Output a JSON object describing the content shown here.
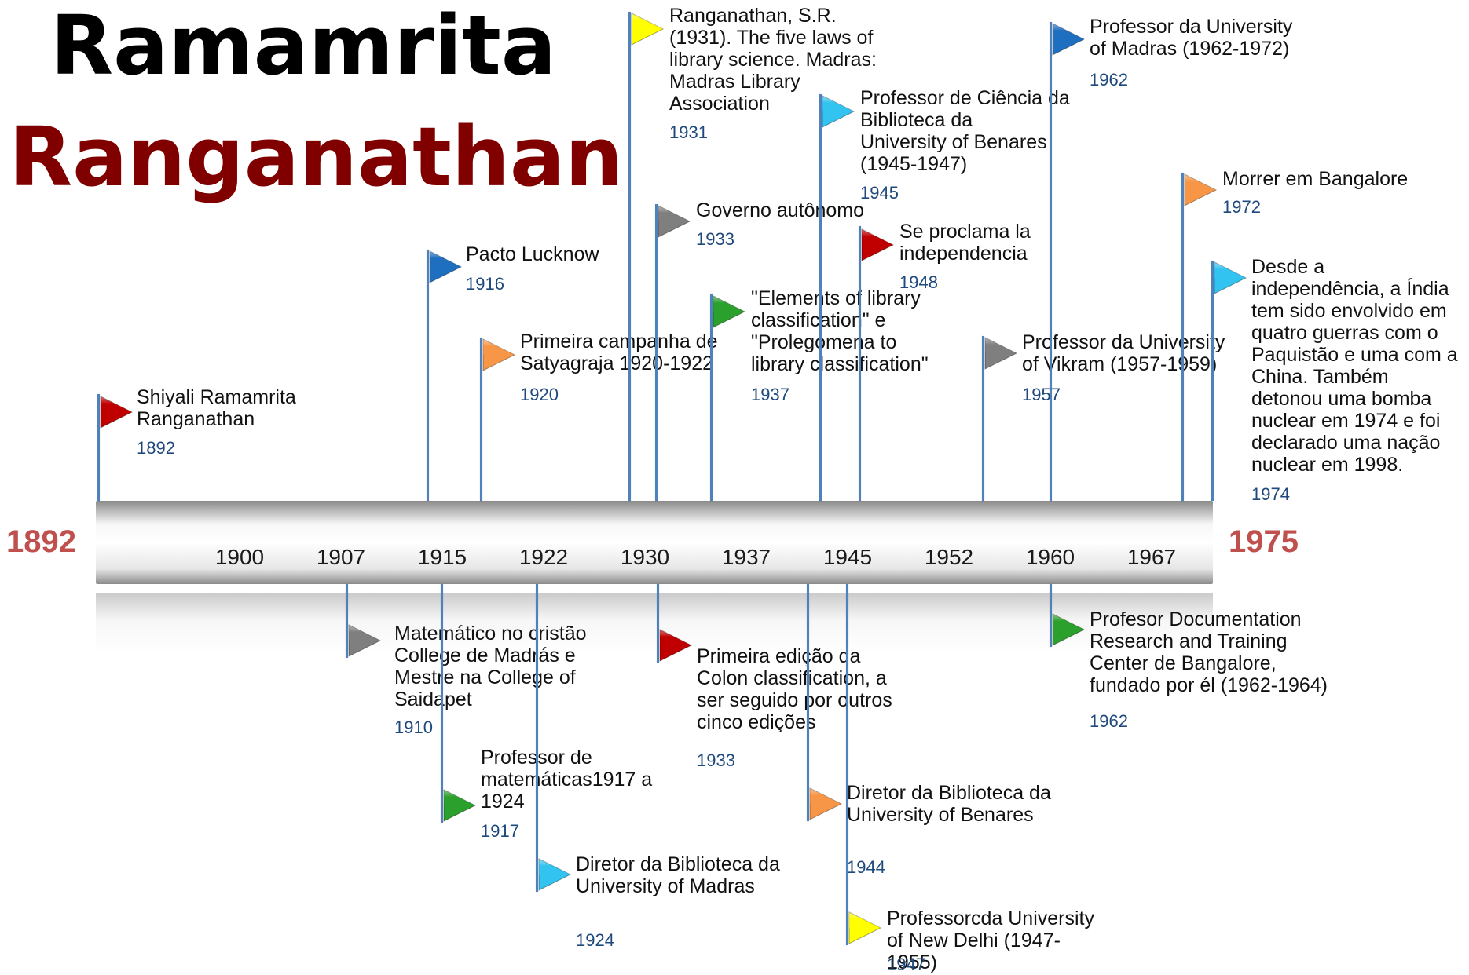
{
  "title": {
    "line1": "Ramamrita",
    "line2": "Ranganathan"
  },
  "range": {
    "start": "1892",
    "end": "1975"
  },
  "ticks": [
    "1900",
    "1907",
    "1915",
    "1922",
    "1930",
    "1937",
    "1945",
    "1952",
    "1960",
    "1967"
  ],
  "events_above": [
    {
      "label": "Shiyali Ramamrita\nRanganathan",
      "date": "1892",
      "color": "#c00000"
    },
    {
      "label": "Pacto Lucknow",
      "date": "1916",
      "color": "#1f6fc0"
    },
    {
      "label": "Primeira campanha de\nSatyagraja 1920-1922",
      "date": "1920",
      "color": "#f79646"
    },
    {
      "label": "Ranganathan, S.R.\n(1931). The five laws of\nlibrary science. Madras:\nMadras Library\nAssociation",
      "date": "1931",
      "color": "#ffff00"
    },
    {
      "label": "Governo autônomo",
      "date": "1933",
      "color": "#7f7f7f"
    },
    {
      "label": "\"Elements of library\nclassification\" e\n\"Prolegomena to\nlibrary classification\"",
      "date": "1937",
      "color": "#2ca02c"
    },
    {
      "label": "Professor de Ciência da\nBiblioteca da\nUniversity of Benares\n(1945-1947)",
      "date": "1945",
      "color": "#33c3f0"
    },
    {
      "label": "Se proclama la\nindependencia",
      "date": "1948",
      "color": "#c00000"
    },
    {
      "label": "Professor da University\nof Vikram (1957-1959)",
      "date": "1957",
      "color": "#7f7f7f"
    },
    {
      "label": "Professor da University\nof Madras (1962-1972)",
      "date": "1962",
      "color": "#1f6fc0"
    },
    {
      "label": "Morrer em Bangalore",
      "date": "1972",
      "color": "#f79646"
    },
    {
      "label": "Desde a\nindependência, a Índia\ntem sido envolvido em\nquatro guerras com o\nPaquistão e uma com a\nChina. Também\ndetonou uma bomba\nnuclear em 1974 e foi\ndeclarado uma nação\nnuclear em 1998.",
      "date": "1974",
      "color": "#33c3f0"
    }
  ],
  "events_below": [
    {
      "label": "Matemático no cristão\nCollege de Madrás e\nMestre na College of\nSaidapet",
      "date": "1910",
      "color": "#7f7f7f"
    },
    {
      "label": "Professor de\nmatemáticas1917 a\n1924",
      "date": "1917",
      "color": "#2ca02c"
    },
    {
      "label": "Diretor da Biblioteca da\nUniversity of Madras",
      "date": "1924",
      "color": "#33c3f0"
    },
    {
      "label": "Primeira edição da\nColon classification, a\nser seguido por outros\ncinco edições",
      "date": "1933",
      "color": "#c00000"
    },
    {
      "label": "Diretor da Biblioteca da\nUniversity of Benares",
      "date": "1944",
      "color": "#f79646"
    },
    {
      "label": "Professorcda University\nof New Delhi (1947-\n1955)",
      "date": "1947",
      "color": "#ffff00"
    },
    {
      "label": "Profesor Documentation\nResearch and Training\nCenter de Bangalore,\nfundado por él (1962-1964)",
      "date": "1962",
      "color": "#2ca02c"
    }
  ]
}
